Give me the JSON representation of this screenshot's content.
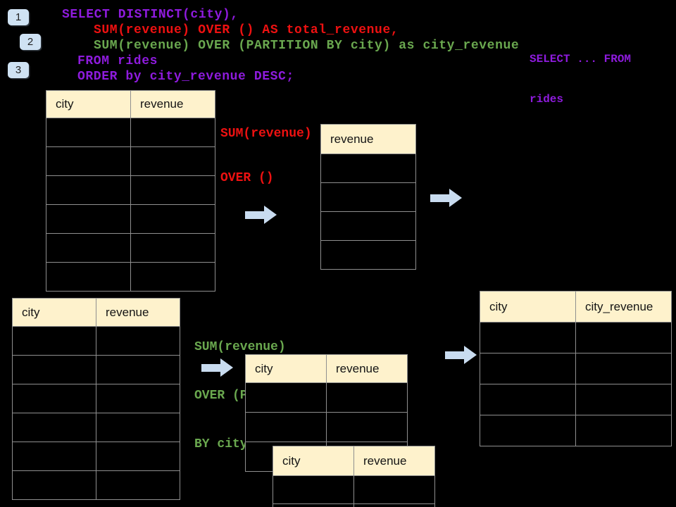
{
  "colors": {
    "background": "#000000",
    "purple": "#8E1BDD",
    "red": "#EE1111",
    "green": "#6AA84F",
    "table_header_fill": "#FEF2CC",
    "table_border": "#8F8F8F",
    "badge_fill": "#CFE2F3",
    "arrow_fill": "#C9DCF0"
  },
  "badges": [
    {
      "label": "1"
    },
    {
      "label": "2"
    },
    {
      "label": "3"
    }
  ],
  "sql_code": {
    "lines": [
      {
        "text": "SELECT DISTINCT(city),"
      },
      {
        "text": "SUM(revenue) OVER () AS total_revenue,"
      },
      {
        "text": "SUM(revenue) OVER (PARTITION BY city) as city_revenue"
      },
      {
        "text": "FROM rides"
      },
      {
        "text": "ORDER by city_revenue DESC;"
      }
    ]
  },
  "side_note": {
    "lines": [
      "SELECT ... FROM",
      "rides"
    ]
  },
  "annotations": {
    "total_revenue_label": {
      "lines": [
        "SUM(revenue)",
        "OVER ()"
      ]
    },
    "partition_label": {
      "lines": [
        "SUM(revenue)",
        "OVER (PARTITION",
        "BY city)"
      ]
    }
  },
  "tables": {
    "source_top": {
      "headers": [
        "city",
        "revenue"
      ],
      "empty_rows": 6
    },
    "total_revenue": {
      "headers": [
        "revenue"
      ],
      "empty_rows": 4
    },
    "source_bottom": {
      "headers": [
        "city",
        "revenue"
      ],
      "empty_rows": 6
    },
    "partition_input": {
      "headers": [
        "city",
        "revenue"
      ],
      "empty_rows": 3
    },
    "partition_overlay": {
      "headers": [
        "city",
        "revenue"
      ],
      "empty_rows": 2
    },
    "city_revenue_result": {
      "headers": [
        "city",
        "city_revenue"
      ],
      "empty_rows": 4
    }
  }
}
